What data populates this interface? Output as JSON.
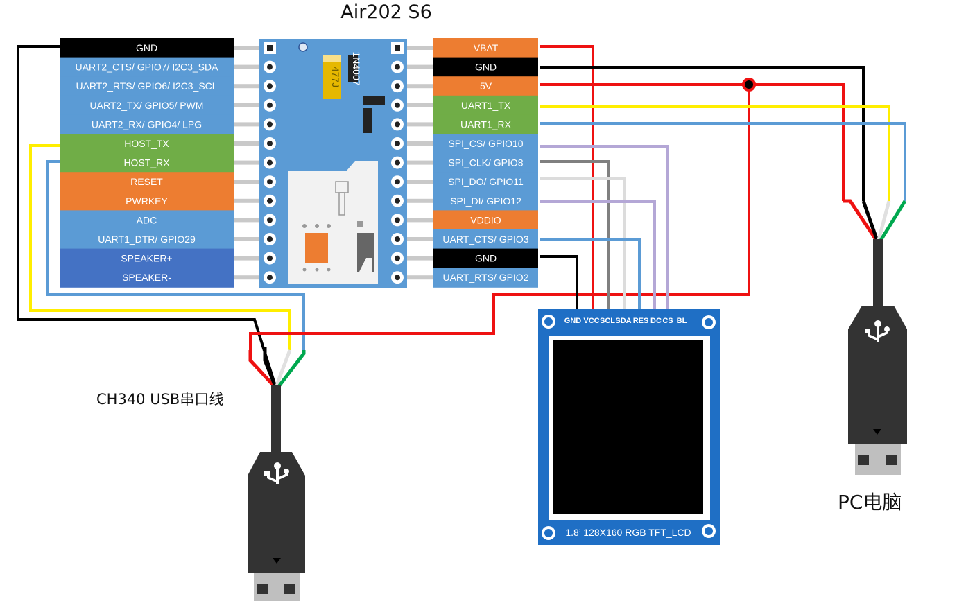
{
  "title": "Air202 S6",
  "colors": {
    "black": "#000000",
    "blue": "#5b9bd5",
    "dark_blue": "#4472c4",
    "green": "#70ad47",
    "orange": "#ed7d31",
    "board_blue": "#5b9bd5",
    "lcd_blue": "#1f6fc5",
    "wire_red": "#ee1111",
    "wire_yellow": "#ffee00",
    "wire_blue": "#5b9bd5",
    "wire_green": "#00a84f"
  },
  "left_pins": [
    {
      "label": "GND",
      "color": "black"
    },
    {
      "label": "UART2_CTS/ GPIO7/ I2C3_SDA",
      "color": "blue"
    },
    {
      "label": "UART2_RTS/ GPIO6/ I2C3_SCL",
      "color": "blue"
    },
    {
      "label": "UART2_TX/ GPIO5/ PWM",
      "color": "blue"
    },
    {
      "label": "UART2_RX/ GPIO4/ LPG",
      "color": "blue"
    },
    {
      "label": "HOST_TX",
      "color": "green"
    },
    {
      "label": "HOST_RX",
      "color": "green"
    },
    {
      "label": "RESET",
      "color": "orange"
    },
    {
      "label": "PWRKEY",
      "color": "orange"
    },
    {
      "label": "ADC",
      "color": "blue"
    },
    {
      "label": "UART1_DTR/ GPIO29",
      "color": "blue"
    },
    {
      "label": "SPEAKER+",
      "color": "dark_blue"
    },
    {
      "label": "SPEAKER-",
      "color": "dark_blue"
    }
  ],
  "right_pins": [
    {
      "label": "VBAT",
      "color": "orange"
    },
    {
      "label": "GND",
      "color": "black"
    },
    {
      "label": "5V",
      "color": "orange"
    },
    {
      "label": "UART1_TX",
      "color": "green"
    },
    {
      "label": "UART1_RX",
      "color": "green"
    },
    {
      "label": "SPI_CS/ GPIO10",
      "color": "blue"
    },
    {
      "label": "SPI_CLK/ GPIO8",
      "color": "blue"
    },
    {
      "label": "SPI_DO/ GPIO11",
      "color": "blue"
    },
    {
      "label": "SPI_DI/ GPIO12",
      "color": "blue"
    },
    {
      "label": "VDDIO",
      "color": "orange"
    },
    {
      "label": "UART_CTS/ GPIO3",
      "color": "blue"
    },
    {
      "label": "GND",
      "color": "black"
    },
    {
      "label": "UART_RTS/ GPIO2",
      "color": "blue"
    }
  ],
  "board": {
    "capacitor_text": "477J",
    "diode_text": "1N4007"
  },
  "lcd": {
    "pins": [
      "GND",
      "VCC",
      "SCL",
      "SDA",
      "RES",
      "DC",
      "CS",
      "BL"
    ],
    "caption": "1.8’ 128X160 RGB TFT_LCD"
  },
  "cable_left_label": "CH340 USB串口线",
  "cable_right_label": "PC电脑"
}
